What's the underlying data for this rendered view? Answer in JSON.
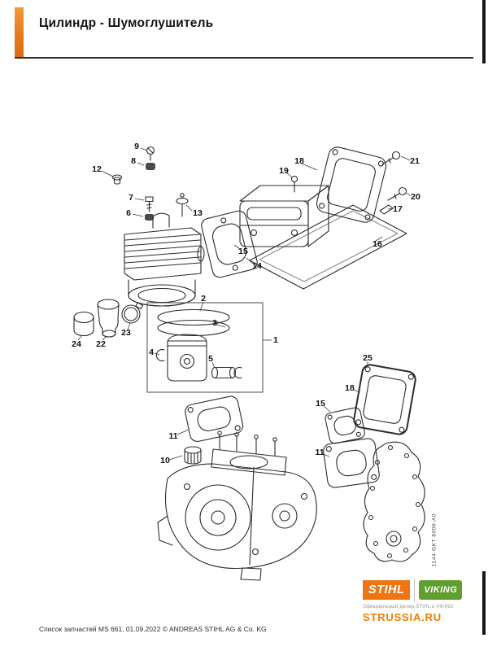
{
  "page": {
    "title": "Цилиндр - Шумоглушитель",
    "footer": "Список запчастей MS 661, 01.09.2022 © ANDREAS STIHL AG & Co. KG",
    "drawing_code": "1144-GKT 8006-A0"
  },
  "branding": {
    "stihl_label": "STIHL",
    "viking_label": "VIKING",
    "dealer_line": "Официальный дилер STIHL и VIKING",
    "site": "STRUSSIA.RU",
    "colors": {
      "accent_orange": "#E87A1E",
      "stihl_orange": "#EF7412",
      "viking_green": "#5F9E2F",
      "site_orange": "#F07C00"
    }
  },
  "diagram": {
    "callouts": [
      {
        "label": "9"
      },
      {
        "label": "8"
      },
      {
        "label": "12"
      },
      {
        "label": "7"
      },
      {
        "label": "6"
      },
      {
        "label": "13"
      },
      {
        "label": "19"
      },
      {
        "label": "18"
      },
      {
        "label": "21"
      },
      {
        "label": "20"
      },
      {
        "label": "17"
      },
      {
        "label": "16"
      },
      {
        "label": "15"
      },
      {
        "label": "14"
      },
      {
        "label": "2"
      },
      {
        "label": "3"
      },
      {
        "label": "4"
      },
      {
        "label": "1"
      },
      {
        "label": "5"
      },
      {
        "label": "24"
      },
      {
        "label": "22"
      },
      {
        "label": "23"
      },
      {
        "label": "11"
      },
      {
        "label": "10"
      },
      {
        "label": "25"
      },
      {
        "label": "18"
      },
      {
        "label": "15"
      },
      {
        "label": "11"
      }
    ]
  }
}
